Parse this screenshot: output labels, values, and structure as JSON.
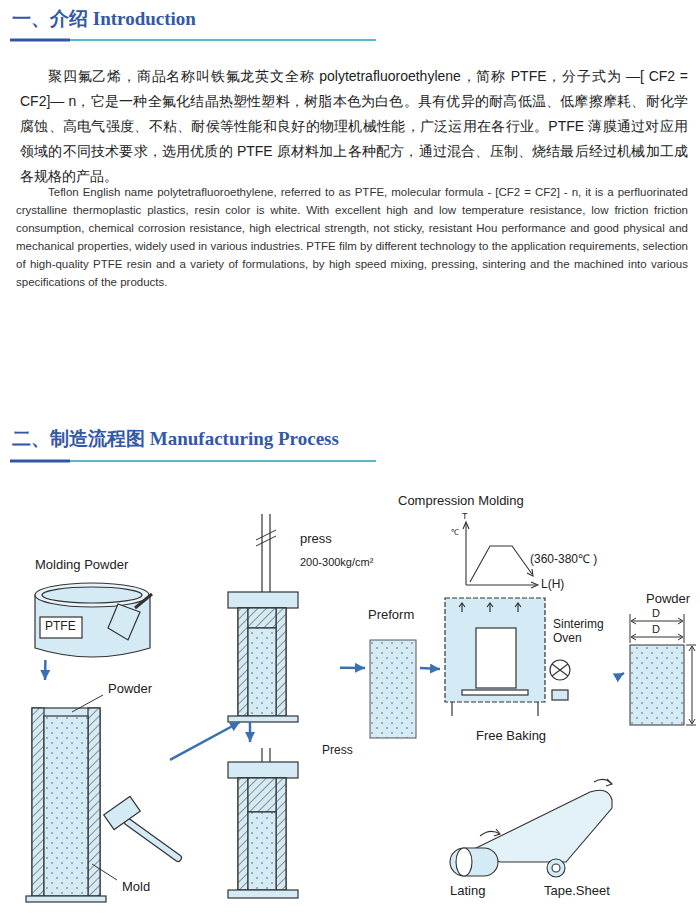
{
  "diagram": {
    "nodes": [
      {
        "text": [
          "Molding Powder",
          "PTFE"
        ]
      },
      {
        "text": [
          "Powder",
          "Mold"
        ]
      },
      {
        "text": [
          "press"
        ]
      },
      {
        "text": [
          "Press"
        ]
      },
      {
        "text": [
          "Preform"
        ]
      },
      {
        "text": [
          "Sinterimg Oven",
          "Free Baking"
        ]
      },
      {
        "text": [
          "Powder"
        ]
      },
      {
        "text": [
          "Lating"
        ]
      },
      {
        "text": [
          "Tape.Sheet"
        ]
      }
    ],
    "edges": [
      {
        "from": 0,
        "to": 1,
        "arrow": "to"
      },
      {
        "from": 1,
        "to": 2,
        "arrow": "to"
      },
      {
        "from": 2,
        "to": 3,
        "arrow": "to"
      },
      {
        "from": 2,
        "to": 4,
        "arrow": "to"
      },
      {
        "from": 4,
        "to": 5,
        "arrow": "to"
      },
      {
        "from": 5,
        "to": 6,
        "arrow": "to"
      }
    ],
    "labels": [
      "一、介绍 Introduction",
      "二、制造流程图 Manufacturing Process",
      "聚四氟乙烯，商品名称叫铁氟龙英文全称 polytetrafluoroethylene，简称 PTFE，分子式为 —[ CF2 = CF2]— n，它是一种全氟化结晶热塑性塑料，树脂本色为白色。具有优异的耐高低温、低摩擦摩耗、耐化学腐蚀、高电气强度、不粘、耐侯等性能和良好的物理机械性能，广泛运用在各行业。PTFE 薄膜通过对应用领域的不同技术要求，选用优质的 PTFE 原材料加上各种配方，通过混合、压制、烧结最后经过机械加工成各规格的产品。",
      "Teflon English name polytetrafluoroethylene, referred to as PTFE, molecular formula - [CF2 = CF2] - n, it is a perfluorinated crystalline thermoplastic plastics, resin color is white. With excellent high and low temperature resistance, low friction friction consumption, chemical corrosion resistance, high electrical strength, not sticky, resistant Hou performance and good physical and mechanical properties, widely used in various industries. PTFE film by different technology to the application requirements, selection of high-quality PTFE resin and a variety of formulations, by high speed mixing, pressing, sintering and the machined into various specifications of the products.",
      "Compression Molding",
      "T",
      "℃",
      "(360-380℃ )",
      "L(H)",
      "200-300kg/cm²",
      "D",
      "D"
    ]
  }
}
